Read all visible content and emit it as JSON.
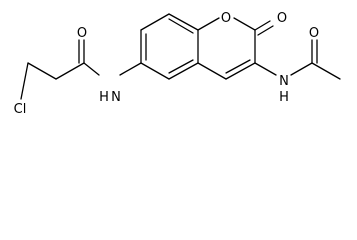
{
  "atoms": {
    "ring_oxygen": "O",
    "lactone_carbonyl_oxygen": "O",
    "acetamide_nitrogen": "N",
    "acetamide_hydrogen": "H",
    "acetyl_carbonyl_oxygen": "O",
    "amide_nitrogen": "N",
    "amide_hydrogen": "H",
    "chloroacetyl_carbonyl_oxygen": "O",
    "chlorine": "Cl"
  },
  "colors": {
    "ink": "#000000",
    "background": "#ffffff"
  }
}
